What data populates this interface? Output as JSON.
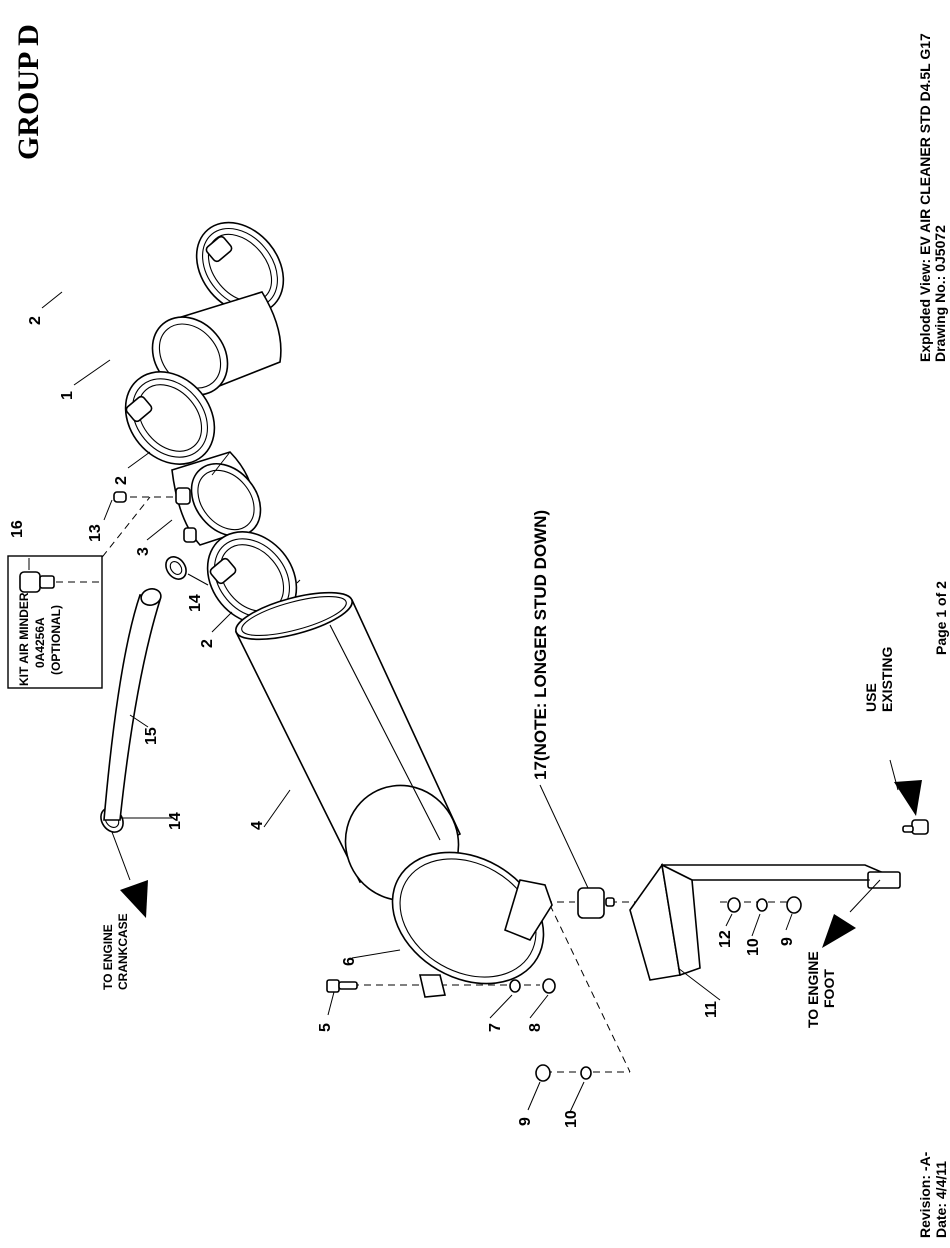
{
  "sheet": {
    "group_label": "GROUP D",
    "exploded_view": "Exploded View:  EV AIR CLEANER STD D4.5L G17",
    "drawing_no": "Drawing No.: 0J5072",
    "page": "Page 1 of 2",
    "revision": "Revision: -A-",
    "date": "Date: 4/4/11"
  },
  "callouts": {
    "c1": "1",
    "c2a": "2",
    "c2b": "2",
    "c2c": "2",
    "c3": "3",
    "c4": "4",
    "c5": "5",
    "c6": "6",
    "c7": "7",
    "c8": "8",
    "c9a": "9",
    "c9b": "9",
    "c10a": "10",
    "c10b": "10",
    "c11": "11",
    "c12": "12",
    "c13": "13",
    "c14a": "14",
    "c14b": "14",
    "c15": "15",
    "c16": "16",
    "c17": "17(NOTE: LONGER STUD DOWN)"
  },
  "kit_box": {
    "line1": "KIT AIR MINDER",
    "line2": "0A4256A",
    "line3": "(OPTIONAL)"
  },
  "notes": {
    "crankcase_1": "TO ENGINE",
    "crankcase_2": "CRANKCASE",
    "foot_1": "TO ENGINE",
    "foot_2": "FOOT",
    "existing_1": "USE",
    "existing_2": "EXISTING"
  }
}
